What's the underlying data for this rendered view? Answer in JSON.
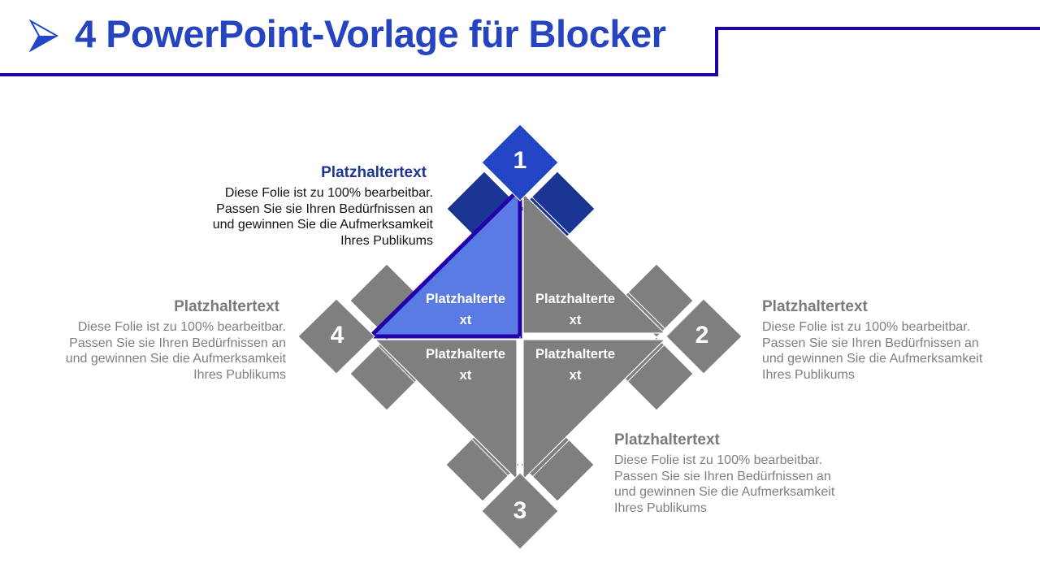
{
  "header": {
    "title": "4 PowerPoint-Vorlage für Blocker",
    "bullet_icon": "arrow-bullet-icon"
  },
  "colors": {
    "title_blue": "#2644c0",
    "frame_line": "#2200aa",
    "number1_blue": "#2446c6",
    "side_dark_blue": "#1a3593",
    "highlight_triangle": "#5b7be4",
    "highlight_outline": "#2200aa",
    "gray_shape": "#7f7f7f"
  },
  "diagram": {
    "numbers": [
      "1",
      "2",
      "3",
      "4"
    ],
    "highlighted_step": 1,
    "quadrant_labels": [
      {
        "line1": "Platzhalterte",
        "line2": "xt"
      },
      {
        "line1": "Platzhalterte",
        "line2": "xt"
      },
      {
        "line1": "Platzhalterte",
        "line2": "xt"
      },
      {
        "line1": "Platzhalterte",
        "line2": "xt"
      }
    ]
  },
  "blocks": [
    {
      "step": "1",
      "heading": "Platzhaltertext",
      "lines": [
        "Diese Folie ist zu 100% bearbeitbar.",
        "Passen Sie sie Ihren Bedürfnissen an",
        "und gewinnen Sie die Aufmerksamkeit",
        "Ihres Publikums"
      ]
    },
    {
      "step": "2",
      "heading": "Platzhaltertext",
      "lines": [
        "Diese Folie ist zu 100% bearbeitbar.",
        "Passen Sie sie Ihren Bedürfnissen an",
        "und gewinnen Sie die Aufmerksamkeit",
        "Ihres Publikums"
      ]
    },
    {
      "step": "3",
      "heading": "Platzhaltertext",
      "lines": [
        "Diese Folie ist zu 100% bearbeitbar.",
        "Passen Sie sie Ihren Bedürfnissen an",
        "und gewinnen Sie die Aufmerksamkeit",
        "Ihres Publikums"
      ]
    },
    {
      "step": "4",
      "heading": "Platzhaltertext",
      "lines": [
        "Diese Folie ist zu 100% bearbeitbar.",
        "Passen Sie sie Ihren Bedürfnissen an",
        "und gewinnen Sie die Aufmerksamkeit",
        "Ihres Publikums"
      ]
    }
  ]
}
